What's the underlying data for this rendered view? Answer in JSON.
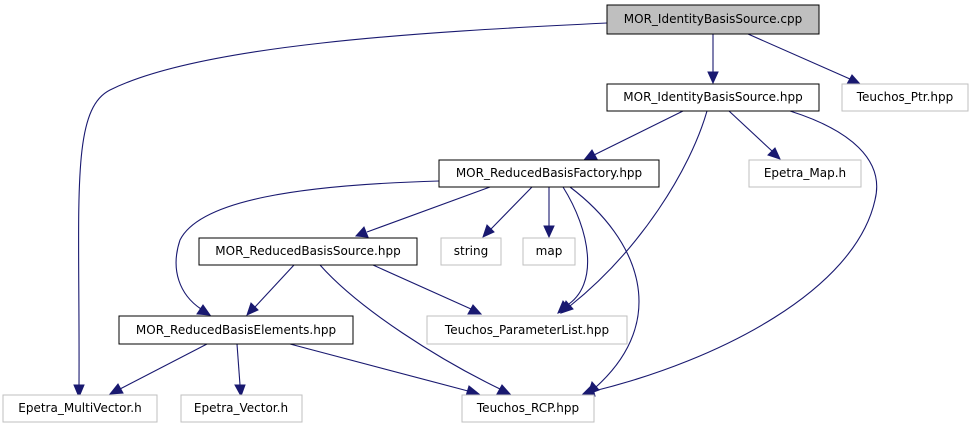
{
  "colors": {
    "edge": "#191970",
    "root_fill": "#bfbfbf",
    "documented_border": "#000000",
    "external_border": "#bfbfbf"
  },
  "nodes": {
    "root": {
      "label": "MOR_IdentityBasisSource.cpp",
      "kind": "root"
    },
    "identity_hpp": {
      "label": "MOR_IdentityBasisSource.hpp",
      "kind": "documented"
    },
    "teuchos_ptr": {
      "label": "Teuchos_Ptr.hpp",
      "kind": "external"
    },
    "factory_hpp": {
      "label": "MOR_ReducedBasisFactory.hpp",
      "kind": "documented"
    },
    "epetra_map": {
      "label": "Epetra_Map.h",
      "kind": "external"
    },
    "source_hpp": {
      "label": "MOR_ReducedBasisSource.hpp",
      "kind": "documented"
    },
    "string": {
      "label": "string",
      "kind": "external"
    },
    "map": {
      "label": "map",
      "kind": "external"
    },
    "elements_hpp": {
      "label": "MOR_ReducedBasisElements.hpp",
      "kind": "documented"
    },
    "param_list": {
      "label": "Teuchos_ParameterList.hpp",
      "kind": "external"
    },
    "multivector": {
      "label": "Epetra_MultiVector.h",
      "kind": "external"
    },
    "vector": {
      "label": "Epetra_Vector.h",
      "kind": "external"
    },
    "rcp": {
      "label": "Teuchos_RCP.hpp",
      "kind": "external"
    }
  },
  "edges": [
    {
      "from": "root",
      "to": "identity_hpp"
    },
    {
      "from": "root",
      "to": "teuchos_ptr"
    },
    {
      "from": "root",
      "to": "multivector"
    },
    {
      "from": "identity_hpp",
      "to": "factory_hpp"
    },
    {
      "from": "identity_hpp",
      "to": "epetra_map"
    },
    {
      "from": "identity_hpp",
      "to": "param_list"
    },
    {
      "from": "identity_hpp",
      "to": "rcp"
    },
    {
      "from": "factory_hpp",
      "to": "source_hpp"
    },
    {
      "from": "factory_hpp",
      "to": "string"
    },
    {
      "from": "factory_hpp",
      "to": "map"
    },
    {
      "from": "factory_hpp",
      "to": "elements_hpp"
    },
    {
      "from": "factory_hpp",
      "to": "param_list"
    },
    {
      "from": "factory_hpp",
      "to": "rcp"
    },
    {
      "from": "source_hpp",
      "to": "elements_hpp"
    },
    {
      "from": "source_hpp",
      "to": "param_list"
    },
    {
      "from": "source_hpp",
      "to": "rcp"
    },
    {
      "from": "elements_hpp",
      "to": "multivector"
    },
    {
      "from": "elements_hpp",
      "to": "vector"
    },
    {
      "from": "elements_hpp",
      "to": "rcp"
    }
  ]
}
